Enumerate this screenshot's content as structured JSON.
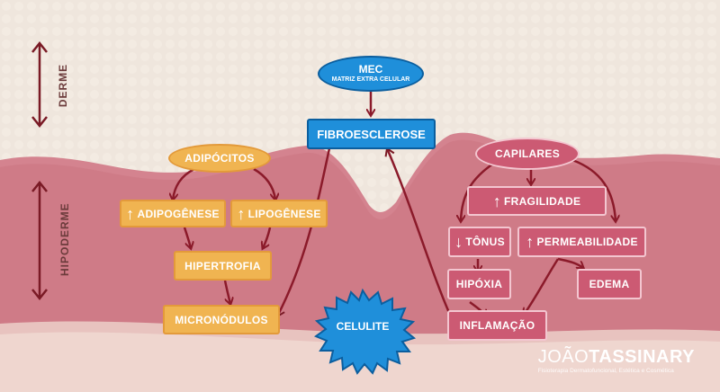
{
  "side_labels": {
    "derme": "DERME",
    "hipoderme": "HIPODERME"
  },
  "nodes": {
    "mec": {
      "title": "MEC",
      "subtitle": "MATRIZ EXTRA CELULAR"
    },
    "fibroesclerose": "FIBROESCLEROSE",
    "adipocitos": "ADIPÓCITOS",
    "adipogenese": "ADIPOGÊNESE",
    "lipogenese": "LIPOGÊNESE",
    "hipertrofia": "HIPERTROFIA",
    "micronodulos": "MICRONÓDULOS",
    "celulite": "CELULITE",
    "capilares": "CAPILARES",
    "fragilidade": "FRAGILIDADE",
    "tonus": "TÔNUS",
    "permeabilidade": "PERMEABILIDADE",
    "hipoxia": "HIPÓXIA",
    "edema": "EDEMA",
    "inflamacao": "INFLAMAÇÃO"
  },
  "glyphs": {
    "up": "↑",
    "down": "↓"
  },
  "brand": {
    "first": "JOÃO",
    "last": "TASSINARY",
    "tagline": "Fisioterapia Dermatofuncional, Estética e Cosmética"
  },
  "colors": {
    "yellow": "#f0b451",
    "pink": "#cc5a73",
    "blue": "#1f8fda",
    "arrow": "#8b1a2a"
  }
}
